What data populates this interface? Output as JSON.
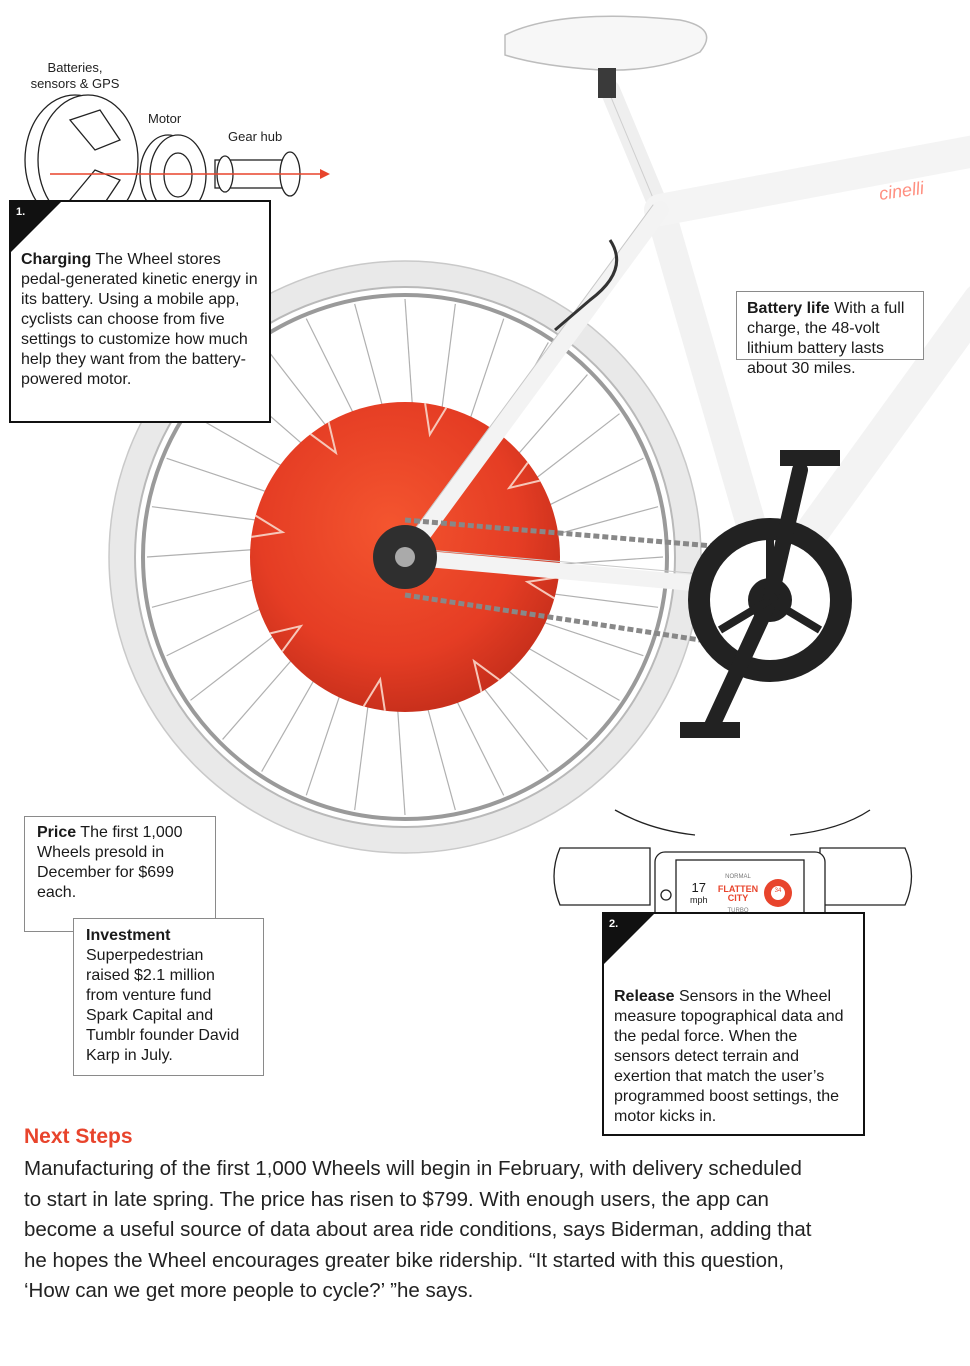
{
  "exploded_labels": {
    "batteries": "Batteries,\nsensors & GPS",
    "motor": "Motor",
    "gear_hub": "Gear hub"
  },
  "charging": {
    "number": "1.",
    "title": "Charging",
    "text": "The Wheel stores pedal-generated kinetic energy in its battery. Using a mobile app, cyclists can choose from five settings to customize how much help they want from the battery-powered motor."
  },
  "battery_life": {
    "title": "Battery life",
    "text": "With a full charge, the 48-volt lithium battery lasts about 30 miles."
  },
  "price": {
    "title": "Price",
    "text": "The first 1,000 Wheels presold in December for $699 each."
  },
  "investment": {
    "title": "Investment",
    "text": "Superpedestrian raised $2.1 million from venture fund Spark Capital and Tumblr founder David Karp in July."
  },
  "release": {
    "number": "2.",
    "title": "Release",
    "text": "Sensors in the Wheel measure topographical data and the pedal force. When the sensors detect terrain and exertion that match the user’s programmed boost settings, the motor kicks in."
  },
  "phone": {
    "speed": "17",
    "unit": "mph",
    "mode_top": "NORMAL",
    "mode_main": "FLATTEN CITY",
    "mode_bottom": "TURBO",
    "gauge": "34"
  },
  "frame_brand": "cinelli",
  "next_steps": {
    "title": "Next Steps",
    "body": "Manufacturing of the first 1,000 Wheels will begin in February, with delivery scheduled to start in late spring. The price has risen to $799. With enough users, the app can become a useful source of data about area ride conditions, says Biderman, adding that he hopes the Wheel encourages greater bike ridership. “It started with this question, ‘How can we get more people to cycle?’ ”he says."
  },
  "colors": {
    "accent": "#e8442c",
    "wheel_red": "#e8402a",
    "frame": "#f2f2f2"
  }
}
